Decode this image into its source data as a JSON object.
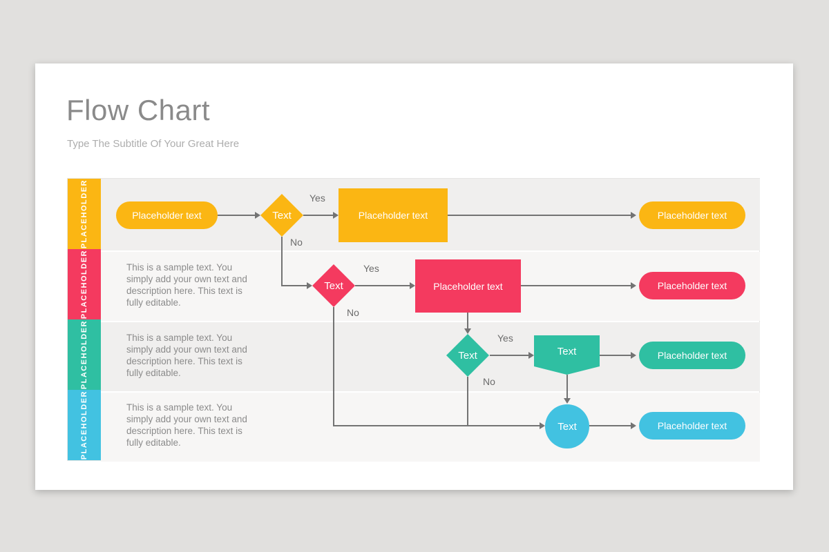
{
  "slide": {
    "title": "Flow Chart",
    "subtitle": "Type The Subtitle Of Your Great Here"
  },
  "colors": {
    "yellow": "#FBB613",
    "pink": "#F43A5F",
    "teal": "#2FBFA2",
    "cyan": "#42C2E1",
    "connector_gray": "#737373",
    "row_light": "#f0efee",
    "row_lighter": "#f7f6f5"
  },
  "labels": {
    "yes": "Yes",
    "no": "No"
  },
  "lanes": [
    {
      "label": "PLACEHOLDER",
      "color": "#FBB613"
    },
    {
      "label": "PLACEHOLDER",
      "color": "#F43A5F",
      "description": "This is a sample text. You simply add your own text and description here. This text is fully editable."
    },
    {
      "label": "PLACEHOLDER",
      "color": "#2FBFA2",
      "description": "This is a sample text. You simply add your own text and description here. This text is fully editable."
    },
    {
      "label": "PLACEHOLDER",
      "color": "#42C2E1",
      "description": "This is a sample text. You simply add your own text and description here. This text is fully editable."
    }
  ],
  "nodes": {
    "lane1_start": "Placeholder text",
    "lane1_decision": "Text",
    "lane1_process": "Placeholder text",
    "lane1_end": "Placeholder text",
    "lane2_decision": "Text",
    "lane2_process": "Placeholder text",
    "lane2_end": "Placeholder text",
    "lane3_decision": "Text",
    "lane3_banner": "Text",
    "lane3_end": "Placeholder text",
    "lane4_connector": "Text",
    "lane4_end": "Placeholder text"
  }
}
